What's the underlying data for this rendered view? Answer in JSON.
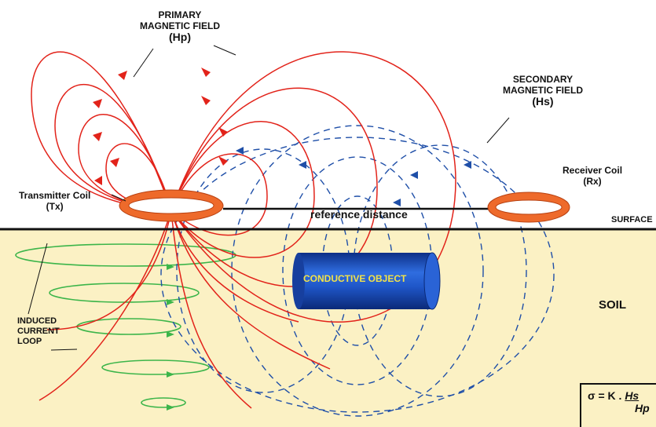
{
  "labels": {
    "primary_line1": "PRIMARY",
    "primary_line2": "MAGNETIC FIELD",
    "primary_line3": "(Hp)",
    "secondary_line1": "SECONDARY",
    "secondary_line2": "MAGNETIC FIELD",
    "secondary_line3": "(Hs)",
    "transmitter_line1": "Transmitter Coil",
    "transmitter_line2": "(Tx)",
    "receiver_line1": "Receiver Coil",
    "receiver_line2": "(Rx)",
    "reference_distance": "reference distance",
    "surface": "SURFACE",
    "conductive_object": "CONDUCTIVE OBJECT",
    "soil": "SOIL",
    "induced_line1": "INDUCED",
    "induced_line2": "CURRENT",
    "induced_line3": "LOOP"
  },
  "formula": {
    "lhs": "σ = K . ",
    "numerator": "Hs",
    "denominator": "Hp"
  },
  "colors": {
    "primary_field": "#e2231a",
    "secondary_field": "#1f4fa8",
    "induced_current": "#3cb54a",
    "coil_fill": "#ee6a2b",
    "soil": "#fbf1c4",
    "cylinder": "#1a4fb5",
    "object_text": "#f2e24a"
  }
}
